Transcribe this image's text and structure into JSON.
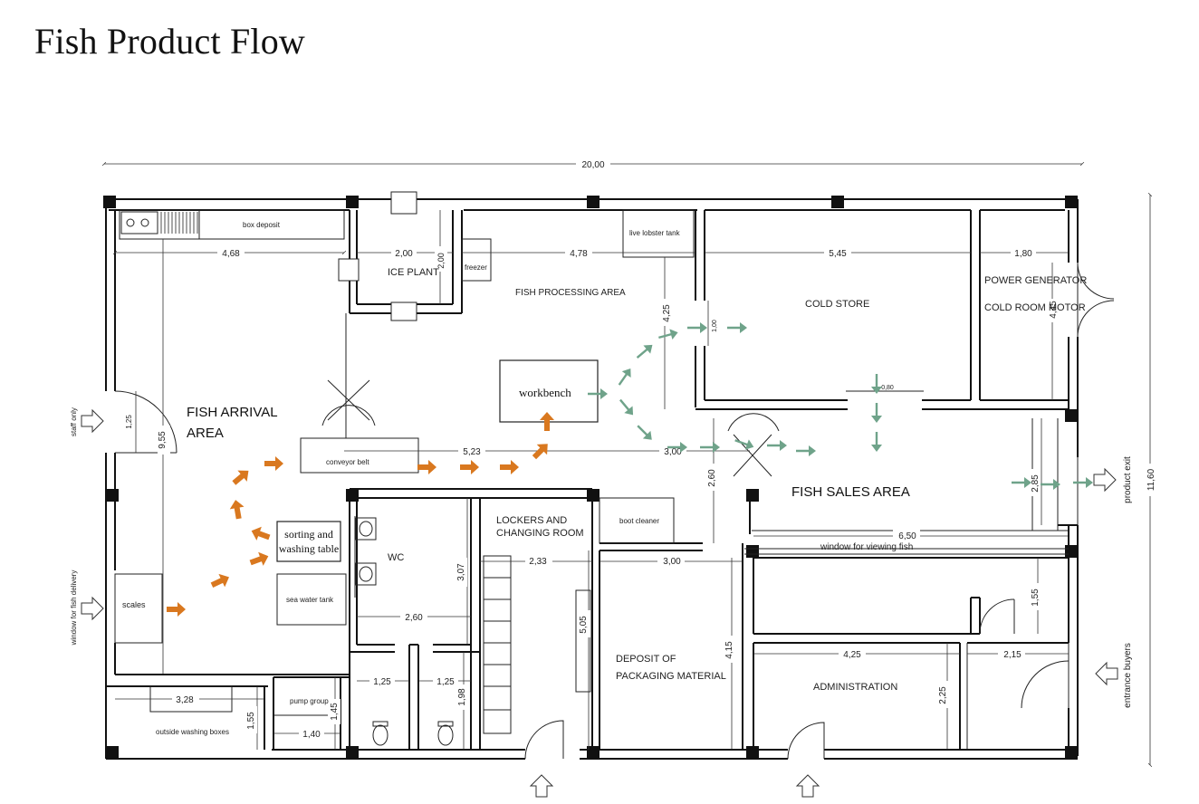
{
  "title": "Fish Product Flow",
  "areas": {
    "fish_arrival": [
      "FISH ARRIVAL",
      "AREA"
    ],
    "fish_sales": "FISH SALES AREA",
    "fish_processing": "FISH PROCESSING AREA",
    "cold_store": "COLD STORE",
    "power_generator": "POWER GENERATOR",
    "cold_room_motor": "COLD ROOM MOTOR",
    "ice_plant": "ICE PLANT",
    "wc": "WC",
    "lockers": [
      "LOCKERS AND",
      "CHANGING ROOM"
    ],
    "deposit": [
      "DEPOSIT OF",
      "PACKAGING MATERIAL"
    ],
    "administration": "ADMINISTRATION"
  },
  "fixtures": {
    "box_deposit": "box deposit",
    "freezer": "freezer",
    "live_lobster_tank": "live lobster tank",
    "workbench": "workbench",
    "conveyor_belt": "conveyor belt",
    "sorting_table": [
      "sorting and",
      "washing table"
    ],
    "sea_water_tank": "sea water tank",
    "scales": "scales",
    "boot_cleaner": "boot cleaner",
    "pump_group": "pump group",
    "outside_washing_boxes": "outside washing boxes",
    "window_viewing": "window for viewing fish"
  },
  "side_labels": {
    "staff_only": "staff only",
    "window_fish_delivery": "window for fish delivery",
    "product_exit": "product exit",
    "entrance_buyers": "entrance buyers"
  },
  "dimensions": {
    "total_width": "20,00",
    "total_height": "11,60",
    "d468": "4,68",
    "d200a": "2,00",
    "d200b": "2,00",
    "d478": "4,78",
    "d545": "5,45",
    "d180": "1,80",
    "d425a": "4,25",
    "d100": "1,00",
    "d445": "4,45",
    "d125a": "1,25",
    "d955": "9,55",
    "d523": "5,23",
    "d300a": "3,00",
    "d260a": "2,60",
    "d285": "2,85",
    "d080": "0,80",
    "d650": "6,50",
    "d233": "2,33",
    "d300b": "3,00",
    "d307": "3,07",
    "d260b": "2,60",
    "d505": "5,05",
    "d415": "4,15",
    "d155a": "1,55",
    "d425b": "4,25",
    "d215": "2,15",
    "d225": "2,25",
    "d125b": "1,25",
    "d125c": "1,25",
    "d198": "1,98",
    "d145": "1,45",
    "d140": "1,40",
    "d328": "3,28",
    "d155b": "1,55"
  },
  "colors": {
    "orange_arrow": "#d9781f",
    "green_arrow": "#6fa38a",
    "wall": "#111111"
  }
}
